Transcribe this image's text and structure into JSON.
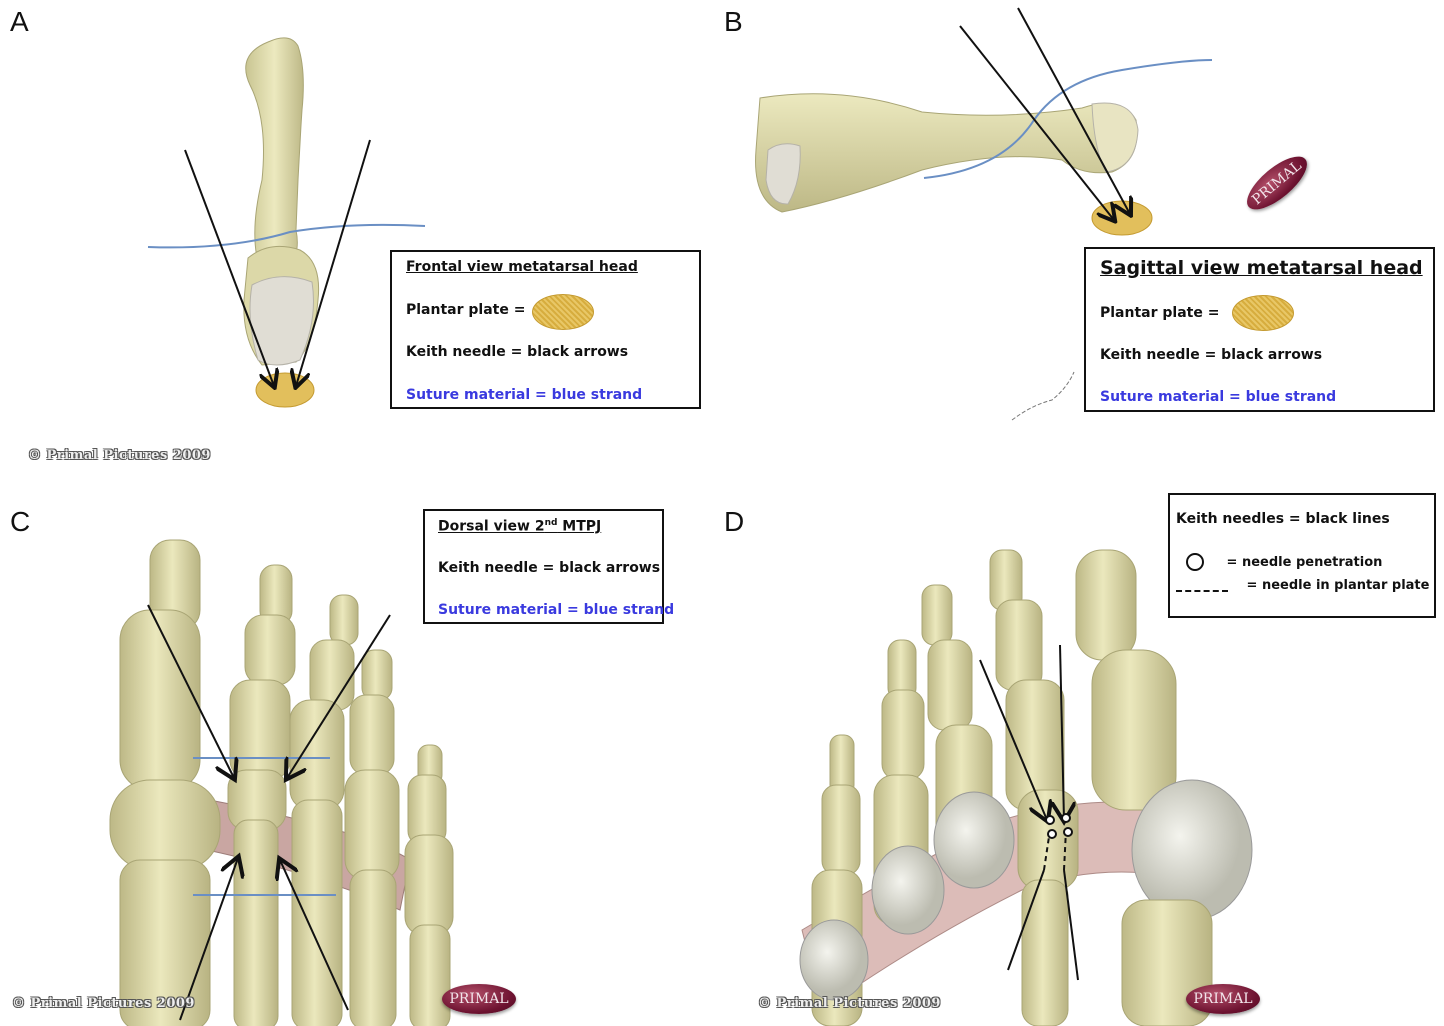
{
  "panels": {
    "a": {
      "label": "A",
      "legend": {
        "title": "Frontal view metatarsal head",
        "plantar_plate": "Plantar plate =",
        "keith_needle": "Keith needle = black arrows",
        "suture": "Suture material = blue strand"
      },
      "copyright": "© Primal Pictures 2009"
    },
    "b": {
      "label": "B",
      "legend": {
        "title": "Sagittal view metatarsal head",
        "plantar_plate": "Plantar plate =",
        "keith_needle": "Keith needle = black arrows",
        "suture": "Suture material = blue strand"
      },
      "logo": "PRIMAL"
    },
    "c": {
      "label": "C",
      "legend": {
        "title_main": "Dorsal view 2",
        "title_sup": "nd",
        "title_tail": " MTPJ",
        "keith_needle": "Keith needle = black arrows",
        "suture": "Suture material = blue strand"
      },
      "copyright": "© Primal Pictures 2009",
      "logo": "PRIMAL"
    },
    "d": {
      "label": "D",
      "legend": {
        "title": "Keith needles = black lines",
        "penetration": "=  needle penetration",
        "in_plate": "=   needle in plantar plate"
      },
      "copyright": "© Primal Pictures 2009",
      "logo": "PRIMAL"
    }
  },
  "colors": {
    "bone": "#e6e3b2",
    "bone_shade": "#b9b484",
    "cartilage": "#d8d6cf",
    "ligament": "#d9b3b0",
    "suture": "#6a8fc4",
    "needle": "#111111",
    "legend_blue": "#3a3adf",
    "plantar_plate": "#e0bb55"
  }
}
